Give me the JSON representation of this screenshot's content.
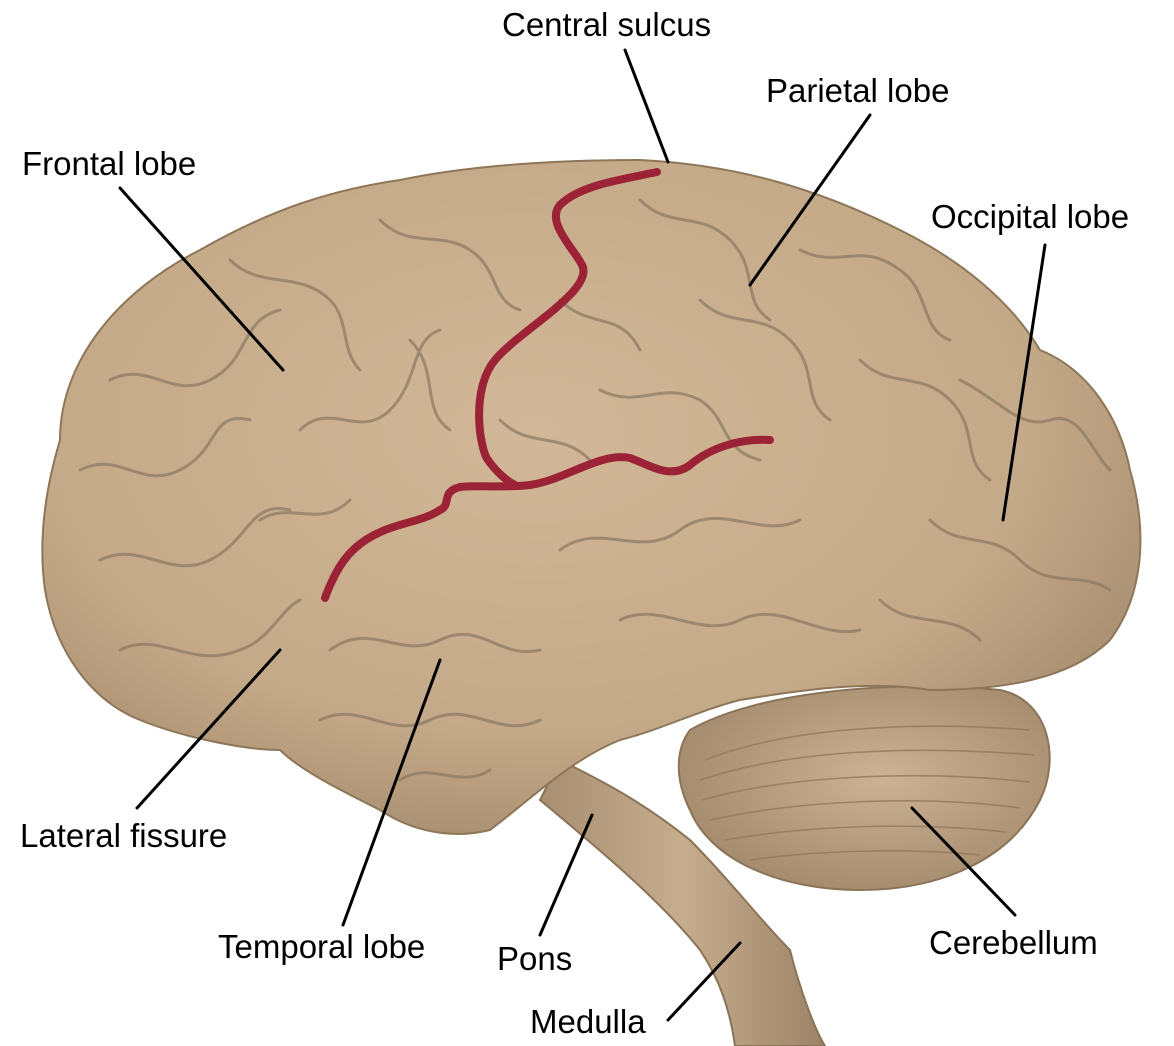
{
  "labels": {
    "central_sulcus": "Central sulcus",
    "parietal_lobe": "Parietal lobe",
    "frontal_lobe": "Frontal lobe",
    "occipital_lobe": "Occipital lobe",
    "lateral_fissure": "Lateral fissure",
    "temporal_lobe": "Temporal lobe",
    "pons": "Pons",
    "cerebellum": "Cerebellum",
    "medulla": "Medulla"
  },
  "colors": {
    "brain": "#c8ad8c",
    "brain_shadow": "#9c8468",
    "sulcus": "#8a7863",
    "fissure_line": "#9b2335",
    "leader_line": "#000000"
  }
}
